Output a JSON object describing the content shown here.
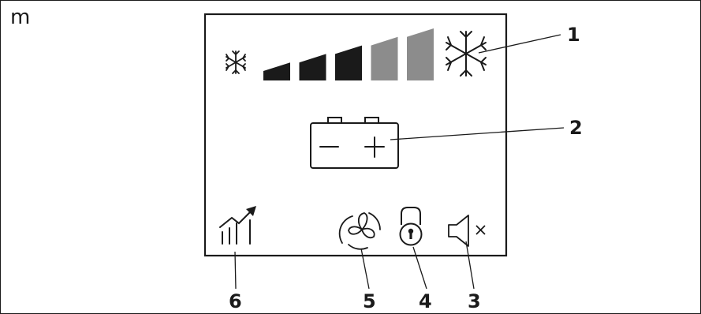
{
  "figure": {
    "corner_letter": "m"
  },
  "display": {
    "cooling_level": {
      "filled_bars": 3,
      "total_bars": 5
    },
    "colors": {
      "ink": "#1a1a1a",
      "bar_active": "#1a1a1a",
      "bar_inactive": "#8c8c8c"
    },
    "icons": [
      "snowflake-small-icon",
      "snowflake-large-icon",
      "battery-icon",
      "trend-chart-icon",
      "fan-icon",
      "lock-icon",
      "mute-speaker-icon"
    ]
  },
  "callouts": [
    {
      "number": "1"
    },
    {
      "number": "2"
    },
    {
      "number": "3"
    },
    {
      "number": "4"
    },
    {
      "number": "5"
    },
    {
      "number": "6"
    }
  ]
}
